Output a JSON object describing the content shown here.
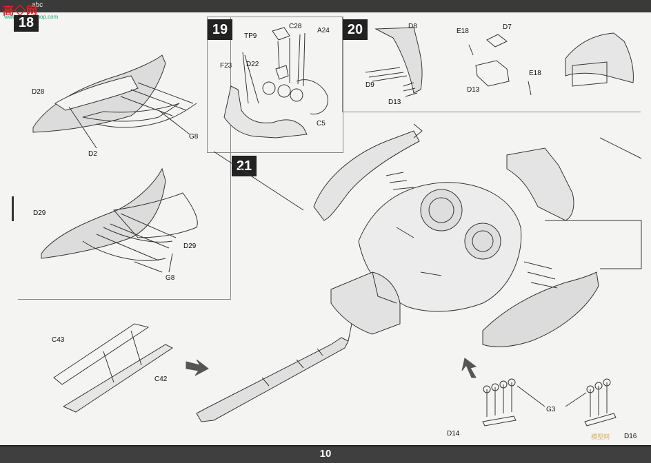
{
  "header": {
    "label": "abc"
  },
  "watermark": {
    "logo": "高◇网",
    "sub": "www.hobby-shop.com",
    "corner": "模型网"
  },
  "footer": {
    "page_number": "10"
  },
  "steps": {
    "s18": {
      "number": "18"
    },
    "s19": {
      "number": "19"
    },
    "s20": {
      "number": "20"
    },
    "s21": {
      "number": "21"
    }
  },
  "parts": {
    "d28": "D28",
    "d2": "D2",
    "g8a": "G8",
    "d29a": "D29",
    "d29b": "D29",
    "g8b": "G8",
    "tp9": "TP9",
    "c28": "C28",
    "a24": "A24",
    "f23": "F23",
    "d22": "D22",
    "c5": "C5",
    "d8": "D8",
    "d9": "D9",
    "d13a": "D13",
    "e18a": "E18",
    "d7": "D7",
    "e18b": "E18",
    "d13b": "D13",
    "c43": "C43",
    "c42": "C42",
    "g3": "G3",
    "d14": "D14",
    "d16": "D16"
  }
}
